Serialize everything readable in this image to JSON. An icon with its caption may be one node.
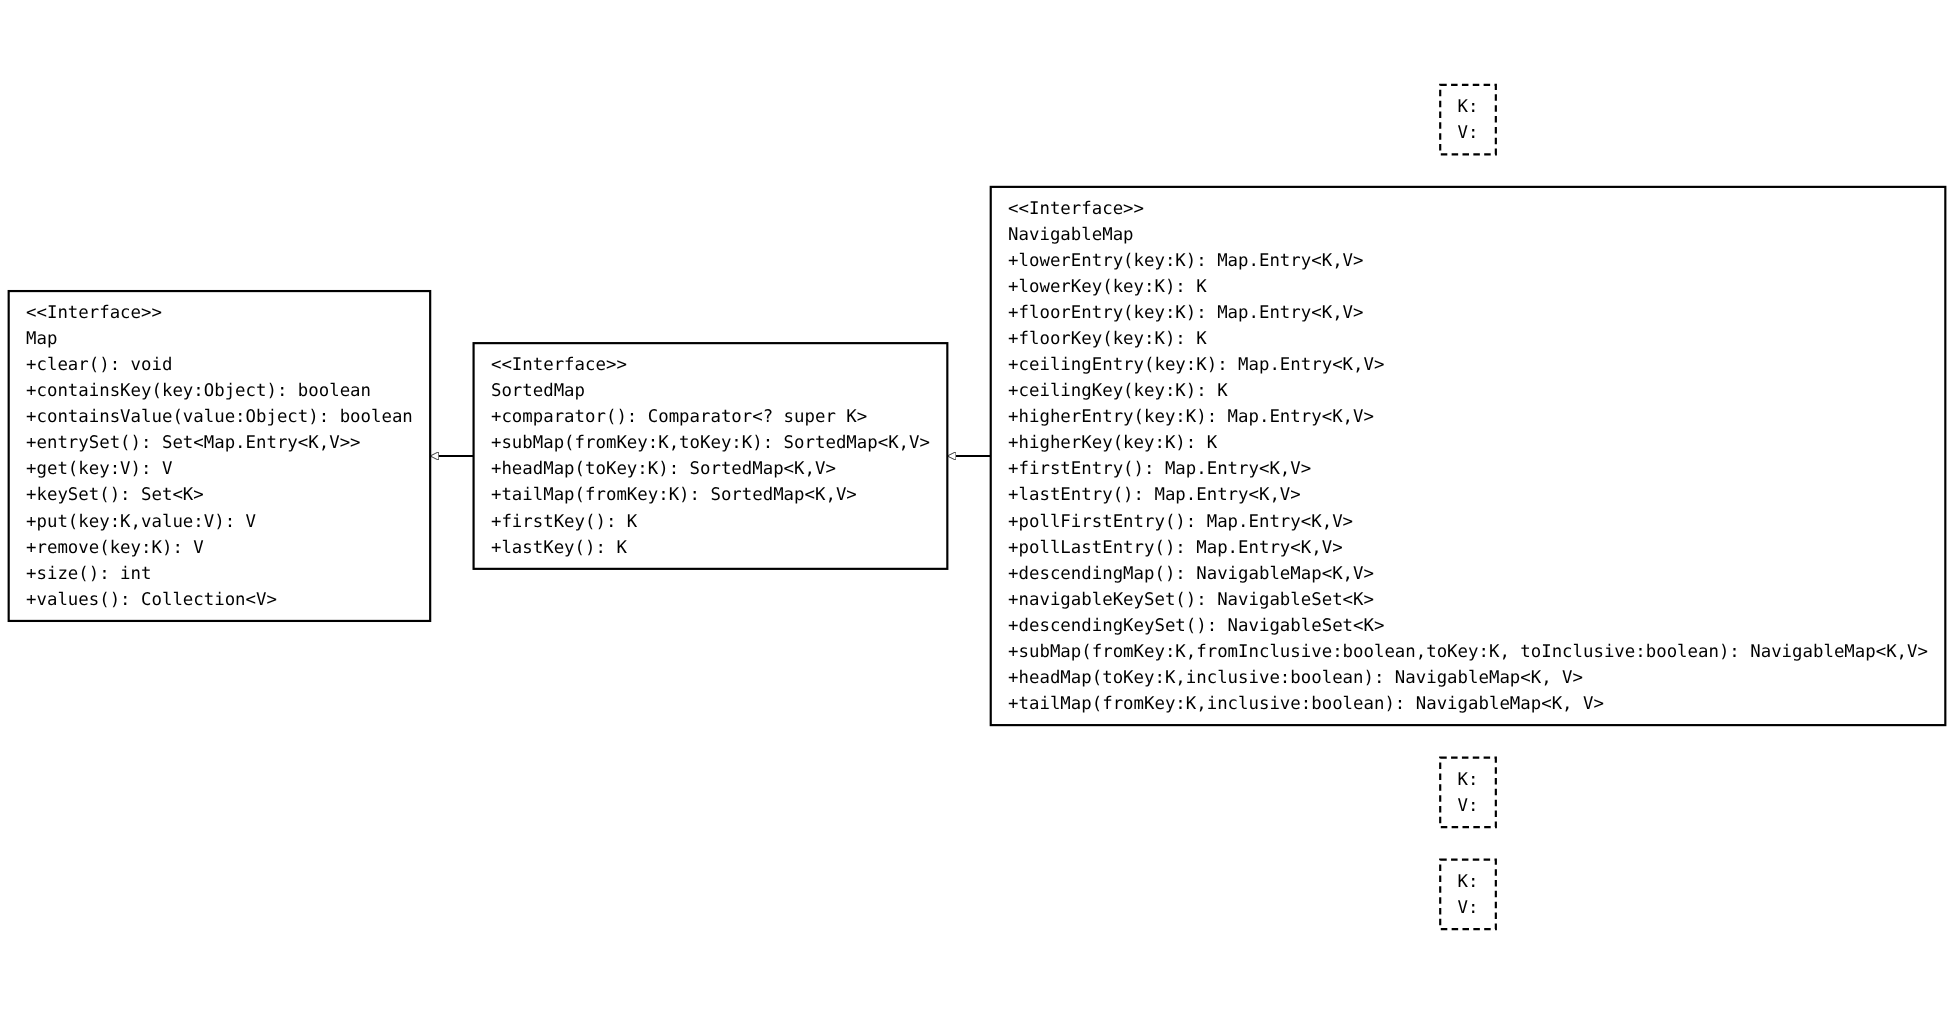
{
  "diagram": {
    "nodes": [
      {
        "text": [
          "<<Interface>>",
          "SortedMap",
          "+comparator(): Comparator<? super K>",
          "+subMap(fromKey:K,toKey:K): SortedMap<K,V>",
          "+headMap(toKey:K): SortedMap<K,V>",
          "+tailMap(fromKey:K): SortedMap<K,V>",
          "+firstKey(): K",
          "+lastKey(): K"
        ]
      },
      {
        "text": [
          "K:",
          "V:"
        ]
      },
      {
        "text": [
          "<<Interface>>",
          "NavigableMap",
          "+lowerEntry(key:K): Map.Entry<K,V>",
          "+lowerKey(key:K): K",
          "+floorEntry(key:K): Map.Entry<K,V>",
          "+floorKey(key:K): K",
          "+ceilingEntry(key:K): Map.Entry<K,V>",
          "+ceilingKey(key:K): K",
          "+higherEntry(key:K): Map.Entry<K,V>",
          "+higherKey(key:K): K",
          "+firstEntry(): Map.Entry<K,V>",
          "+lastEntry(): Map.Entry<K,V>",
          "+pollFirstEntry(): Map.Entry<K,V>",
          "+pollLastEntry(): Map.Entry<K,V>",
          "+descendingMap(): NavigableMap<K,V>",
          "+navigableKeySet(): NavigableSet<K>",
          "+descendingKeySet(): NavigableSet<K>",
          "+subMap(fromKey:K,fromInclusive:boolean,toKey:K, toInclusive:boolean): NavigableMap<K,V>",
          "+headMap(toKey:K,inclusive:boolean): NavigableMap<K, V>",
          "+tailMap(fromKey:K,inclusive:boolean): NavigableMap<K, V>"
        ]
      },
      {
        "text": [
          "K:",
          "V:"
        ]
      },
      {
        "text": [
          "<<Interface>>",
          "Map",
          "+clear(): void",
          "+containsKey(key:Object): boolean",
          "+containsValue(value:Object): boolean",
          "+entrySet(): Set<Map.Entry<K,V>>",
          "+get(key:V): V",
          "+keySet(): Set<K>",
          "+put(key:K,value:V): V",
          "+remove(key:K): V",
          "+size(): int",
          "+values(): Collection<V>"
        ]
      },
      {
        "text": [
          "K:",
          "V:"
        ]
      }
    ],
    "edges": [
      {
        "from": 0,
        "to": 4,
        "arrow": "to"
      },
      {
        "from": 2,
        "to": 0,
        "arrow": "to"
      }
    ]
  }
}
